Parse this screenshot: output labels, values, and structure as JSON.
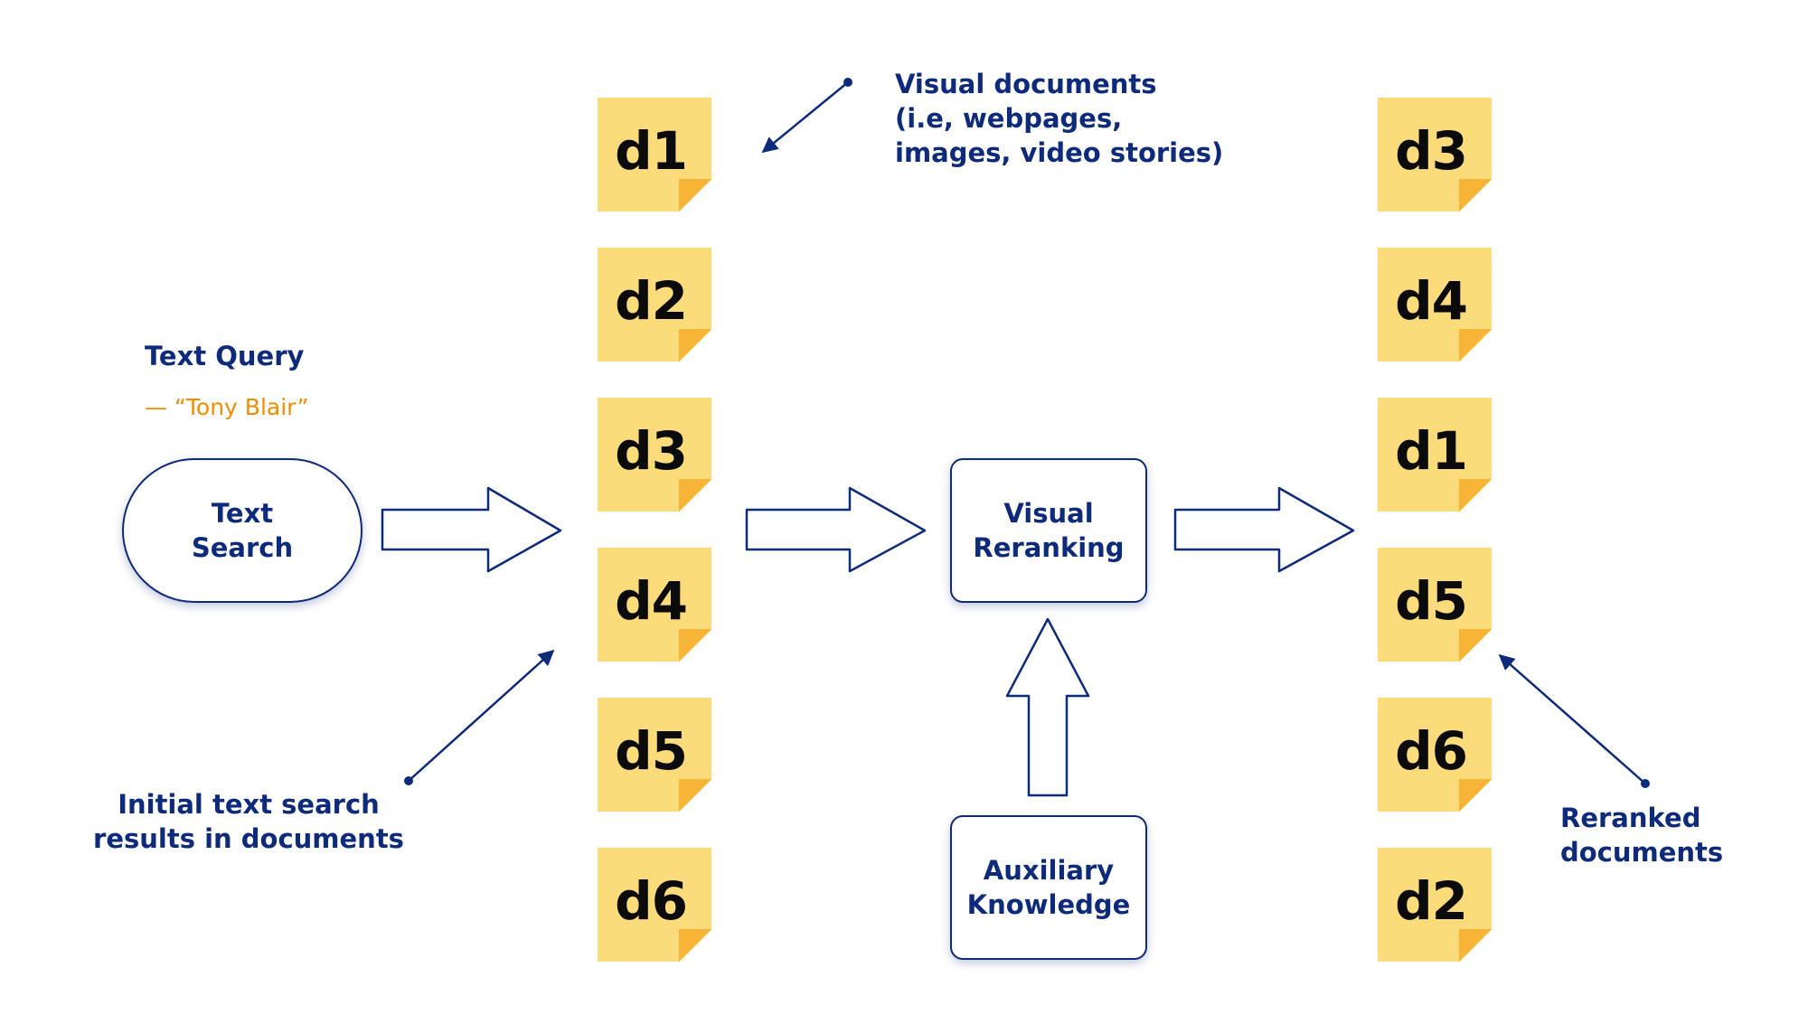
{
  "labels": {
    "text_query": "Text Query",
    "query_example": "— “Tony Blair”",
    "visual_documents": "Visual documents\n(i.e, webpages,\nimages, video stories)",
    "initial_results": "Initial text search\nresults in documents",
    "reranked_documents": "Reranked\ndocuments"
  },
  "nodes": {
    "text_search": "Text\nSearch",
    "visual_reranking": "Visual\nReranking",
    "auxiliary_knowledge": "Auxiliary\nKnowledge"
  },
  "initial_docs": [
    "d1",
    "d2",
    "d3",
    "d4",
    "d5",
    "d6"
  ],
  "reranked_docs": [
    "d3",
    "d4",
    "d1",
    "d5",
    "d6",
    "d2"
  ],
  "colors": {
    "navy": "#0e2a7a",
    "orange": "#f08c00",
    "note_yellow": "#fcdc7a",
    "note_fold": "#f7b437"
  }
}
